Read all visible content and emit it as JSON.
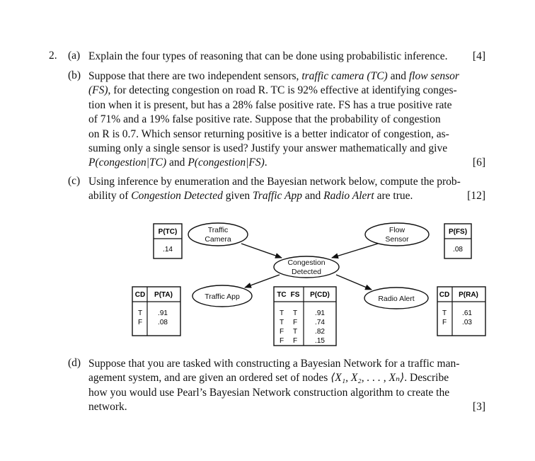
{
  "question": {
    "number": "2.",
    "parts": [
      {
        "label": "(a)",
        "text": "Explain the four types of reasoning that can be done using probabilistic inference.",
        "marks": "[4]"
      },
      {
        "label": "(b)",
        "lines": [
          [
            "Suppose that there are two independent sensors, ",
            "traffic camera (TC)",
            " and ",
            "flow sensor"
          ],
          [
            "(FS)",
            ", for detecting congestion on road R. TC is 92% effective at identifying conges-"
          ],
          [
            "tion when it is present, but has a 28% false positive rate. FS has a true positive rate"
          ],
          [
            "of 71% and a 19% false positive rate.  Suppose that the probability of congestion"
          ],
          [
            "on R is 0.7.  Which sensor returning positive is a better indicator of congestion, as-"
          ],
          [
            "suming only a single sensor is used? Justify your answer mathematically and give"
          ],
          [
            "P(congestion|TC)",
            " and ",
            "P(congestion|FS)",
            "."
          ]
        ],
        "marks": "[6]"
      },
      {
        "label": "(c)",
        "lines": [
          [
            "Using inference by enumeration and the Bayesian network below, compute the prob-"
          ],
          [
            "ability of ",
            "Congestion Detected",
            " given ",
            "Traffic App",
            " and ",
            "Radio Alert",
            " are true."
          ]
        ],
        "marks": "[12]"
      },
      {
        "label": "(d)",
        "lines": [
          [
            "Suppose that you are tasked with constructing a Bayesian Network for a traffic man-"
          ],
          [
            "agement system, and are given an ordered set of nodes ",
            "⟨X₁, X₂, . . . , Xₙ⟩",
            ". Describe"
          ],
          [
            "how you would use Pearl’s Bayesian Network construction algorithm to create the"
          ],
          [
            "network."
          ]
        ],
        "marks": "[3]"
      }
    ]
  },
  "network": {
    "nodes": {
      "traffic_camera": [
        "Traffic",
        "Camera"
      ],
      "flow_sensor": [
        "Flow",
        "Sensor"
      ],
      "congestion_detected": [
        "Congestion",
        "Detected"
      ],
      "traffic_app": [
        "Traffic App"
      ],
      "radio_alert": [
        "Radio Alert"
      ]
    },
    "tables": {
      "p_tc": {
        "header": "P(TC)",
        "value": ".14"
      },
      "p_fs": {
        "header": "P(FS)",
        "value": ".08"
      },
      "p_ta": {
        "col1": "CD",
        "col2": "P(TA)",
        "rows": [
          [
            "T",
            ".91"
          ],
          [
            "F",
            ".08"
          ]
        ]
      },
      "p_ra": {
        "col1": "CD",
        "col2": "P(RA)",
        "rows": [
          [
            "T",
            ".61"
          ],
          [
            "F",
            ".03"
          ]
        ]
      },
      "p_cd": {
        "col1": "TC",
        "col2": "FS",
        "col3": "P(CD)",
        "rows": [
          [
            "T",
            "T",
            ".91"
          ],
          [
            "T",
            "F",
            ".74"
          ],
          [
            "F",
            "T",
            ".82"
          ],
          [
            "F",
            "F",
            ".15"
          ]
        ]
      }
    }
  }
}
